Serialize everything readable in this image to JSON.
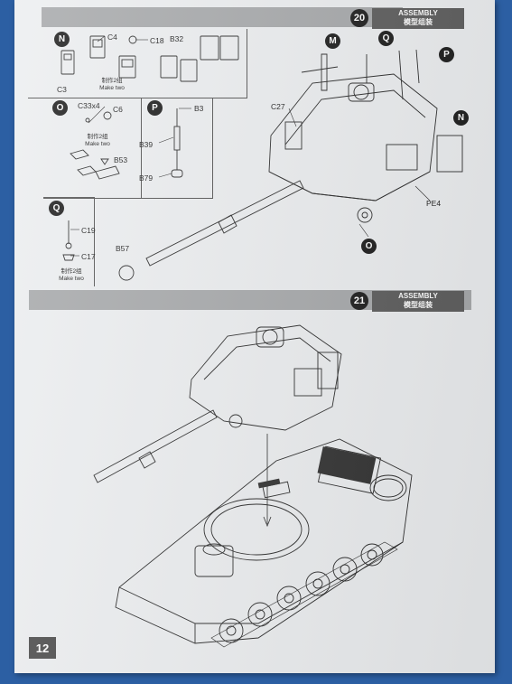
{
  "step20": {
    "number": "20",
    "title_en": "ASSEMBLY",
    "title_cn": "模型组装",
    "callouts": {
      "N": "N",
      "O": "O",
      "P": "P",
      "Q": "Q",
      "M": "M"
    },
    "parts": {
      "c4": "C4",
      "c18": "C18",
      "b32": "B32",
      "c3": "C3",
      "c33": "C33x4",
      "c6": "C6",
      "b53": "B53",
      "b3": "B3",
      "b39": "B39",
      "b79": "B79",
      "c19": "C19",
      "c17": "C17",
      "b57": "B57",
      "c27": "C27",
      "pe4": "PE4"
    },
    "make_two_cn": "制作2组",
    "make_two_en": "Make two"
  },
  "step21": {
    "number": "21",
    "title_en": "ASSEMBLY",
    "title_cn": "模型组装"
  },
  "page_number": "12"
}
